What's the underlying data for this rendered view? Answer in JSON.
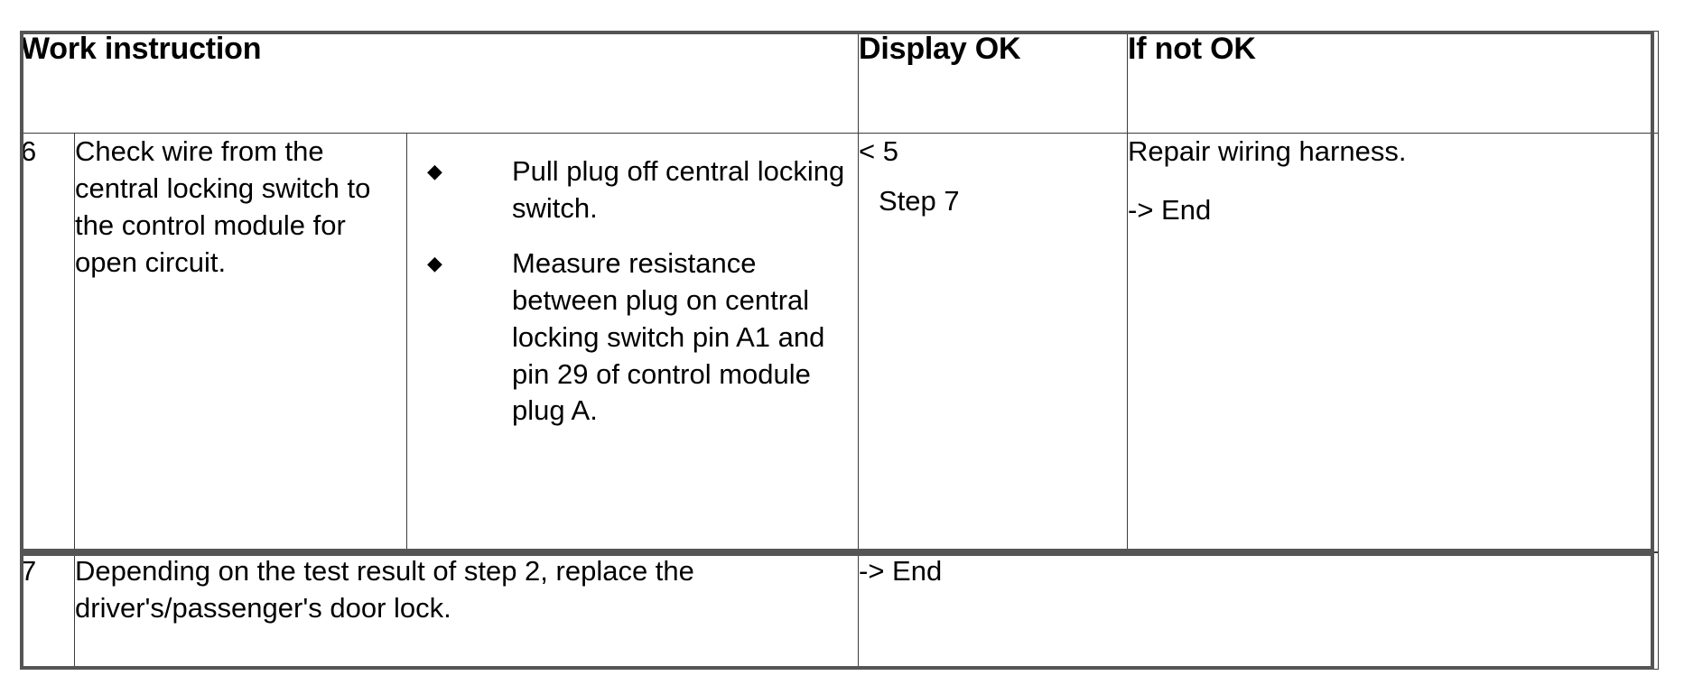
{
  "table": {
    "columns": [
      {
        "key": "num",
        "label": ""
      },
      {
        "key": "work_instruction",
        "label": "Work instruction"
      },
      {
        "key": "steps",
        "label": ""
      },
      {
        "key": "display_ok",
        "label": "Display OK"
      },
      {
        "key": "if_not_ok",
        "label": "If not OK"
      }
    ],
    "header": {
      "work_instruction": "Work instruction",
      "display_ok": "Display OK",
      "if_not_ok": "If not OK"
    },
    "rows": [
      {
        "number": "6",
        "task": "Check wire from the central locking switch to the control module for open circuit.",
        "bullet_glyph": "◆",
        "steps": [
          "Pull plug off central locking switch.",
          "Measure resistance between plug on central locking switch pin A1 and pin 29 of control module plug A."
        ],
        "display_ok_line1": "< 5",
        "display_ok_line2": "Step 7",
        "if_not_ok_line1": "Repair wiring harness.",
        "if_not_ok_line2": "-> End"
      },
      {
        "number": "7",
        "task": "Depending on the test result of step 2, replace the driver's/passenger's door lock.",
        "display_ok_line1": "-> End",
        "if_not_ok_line1": ""
      }
    ]
  },
  "colors": {
    "outer_border": "#555555",
    "inner_border": "#3c3c3c",
    "text": "#000000",
    "background": "#ffffff"
  }
}
